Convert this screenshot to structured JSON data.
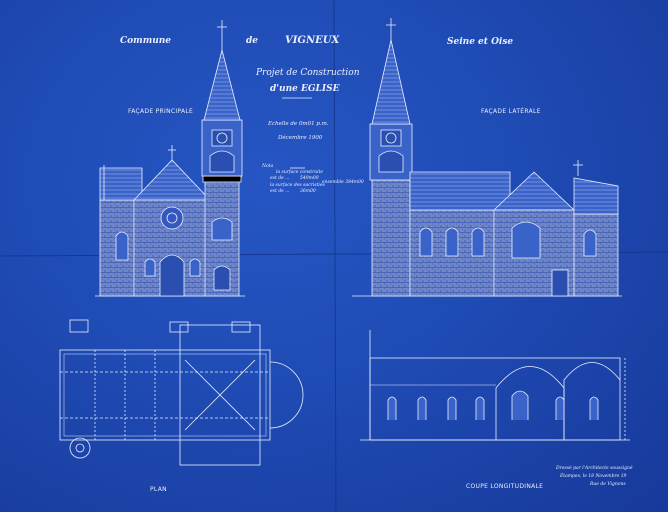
{
  "header": {
    "commune_label": "Commune",
    "de_label": "de",
    "commune_name": "VIGNEUX",
    "department": "Seine et Oise"
  },
  "title_block": {
    "line1": "Projet de Construction",
    "line2": "d'une EGLISE",
    "scale": "Echelle de 0m01 p.m.",
    "date": "Décembre 1900",
    "note_label": "Nota",
    "note_line1": "la surface construite",
    "note_line2a": "est de ...",
    "note_value1": "549m00",
    "note_line3": "la surface des sacristies",
    "note_side": "ensemble 384m00",
    "note_line4a": "est de ...",
    "note_value2": "36m00"
  },
  "captions": {
    "front_facade": "FAÇADE PRINCIPALE",
    "side_facade": "FAÇADE LATÉRALE",
    "plan": "PLAN",
    "section": "COUPE LONGITUDINALE"
  },
  "signature": {
    "line1": "Dressé par l'Architecte soussigné",
    "line2": "Étampes, le 18 Novembre 19",
    "line3": "Rue de Vignons"
  },
  "colors": {
    "paper": "#1f4bb4",
    "ink": "#e9efff"
  }
}
